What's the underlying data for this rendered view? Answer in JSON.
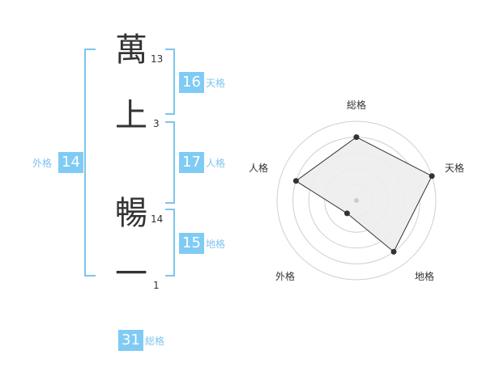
{
  "name_chars": [
    {
      "char": "萬",
      "strokes": "13"
    },
    {
      "char": "上",
      "strokes": "3"
    },
    {
      "char": "暢",
      "strokes": "14"
    },
    {
      "char": "一",
      "strokes": "1"
    }
  ],
  "fortunes": {
    "tenkaku": {
      "value": "16",
      "label": "天格"
    },
    "jinkaku": {
      "value": "17",
      "label": "人格"
    },
    "chikaku": {
      "value": "15",
      "label": "地格"
    },
    "gaikaku": {
      "value": "14",
      "label": "外格"
    },
    "soukaku": {
      "value": "31",
      "label": "総格"
    }
  },
  "colors": {
    "accent": "#7fcbf4",
    "bracket": "#7fc4ef",
    "text": "#333333"
  },
  "chart_data": {
    "type": "radar",
    "axes": [
      "総格",
      "天格",
      "地格",
      "外格",
      "人格"
    ],
    "values": [
      4,
      5,
      4,
      1,
      4
    ],
    "max": 5
  }
}
